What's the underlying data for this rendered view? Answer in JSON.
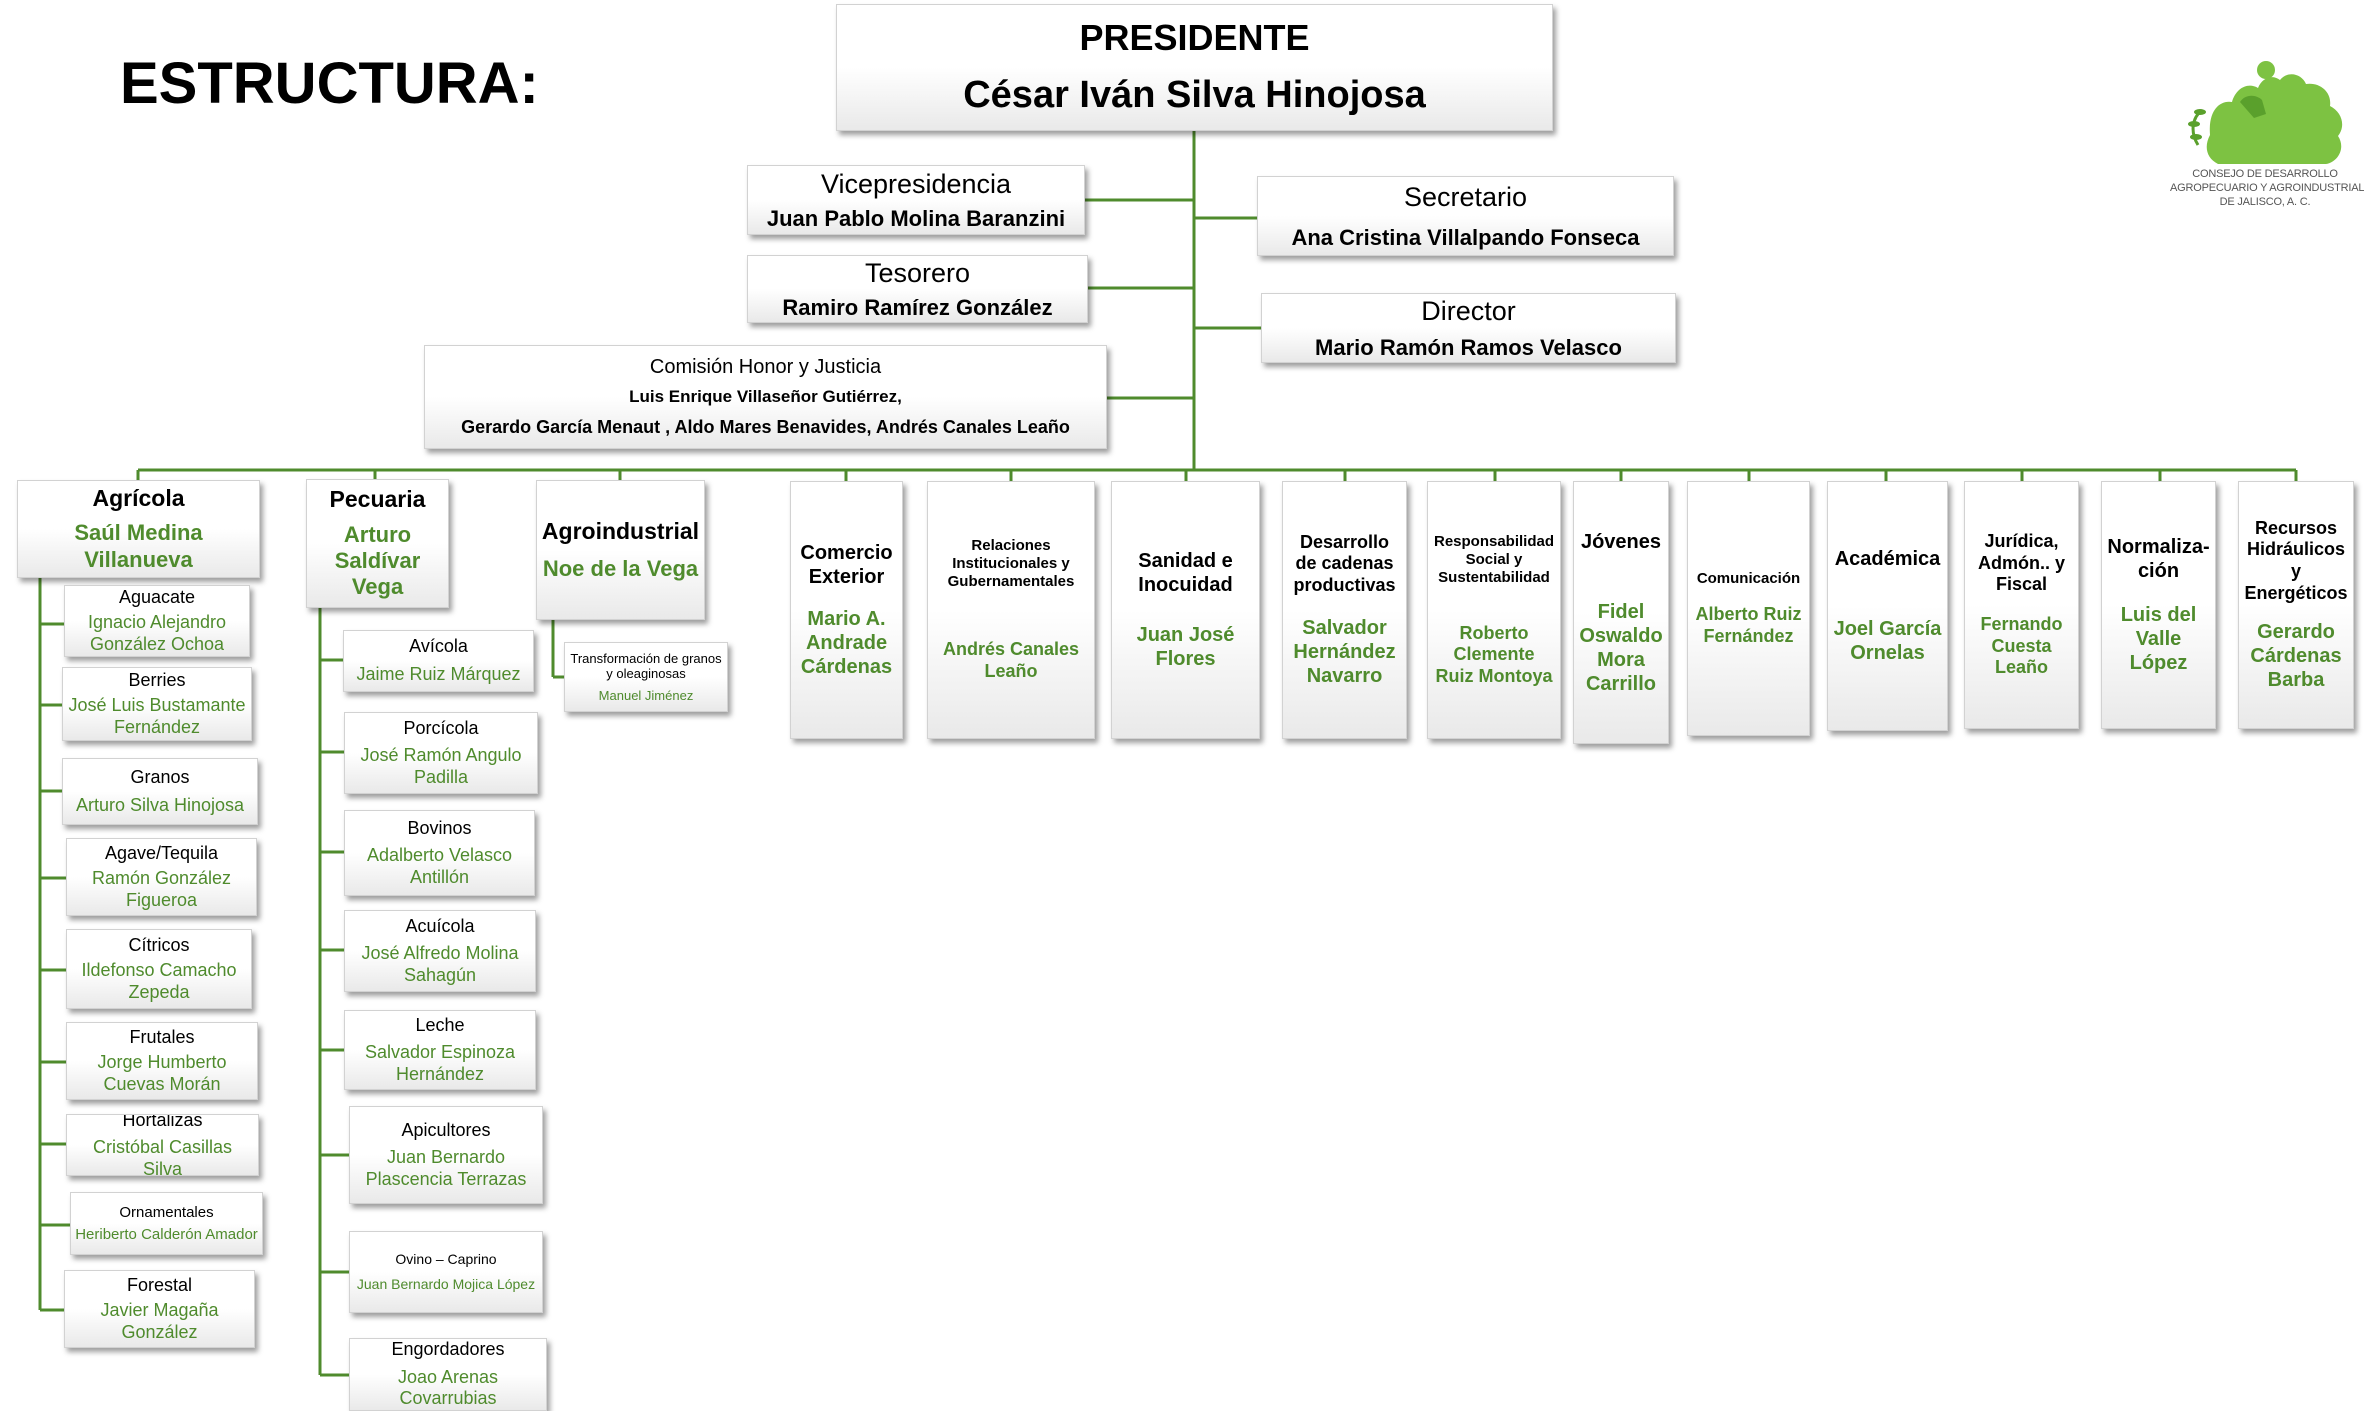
{
  "title": "ESTRUCTURA:",
  "logo": {
    "line1": "CONSEJO DE DESARROLLO",
    "line2": "AGROPECUARIO Y AGROINDUSTRIAL",
    "line3": "DE JALISCO, A. C."
  },
  "colors": {
    "name_green": "#4f8b2d",
    "line_green": "#4f8b2d",
    "logo_green": "#7dc242"
  },
  "presidente": {
    "title": "PRESIDENTE",
    "name": "César Iván Silva Hinojosa"
  },
  "vicepresidencia": {
    "title": "Vicepresidencia",
    "name": "Juan Pablo Molina Baranzini"
  },
  "tesorero": {
    "title": "Tesorero",
    "name": "Ramiro Ramírez González"
  },
  "secretario": {
    "title": "Secretario",
    "name": "Ana Cristina Villalpando Fonseca"
  },
  "director": {
    "title": "Director",
    "name": "Mario Ramón Ramos Velasco"
  },
  "comision": {
    "title": "Comisión Honor y Justicia",
    "line1": "Luis Enrique Villaseñor Gutiérrez,",
    "line2": "Gerardo García Menaut , Aldo Mares Benavides, Andrés Canales Leaño"
  },
  "agricola": {
    "title": "Agrícola",
    "name": "Saúl Medina Villanueva",
    "items": [
      {
        "title": "Aguacate",
        "name": "Ignacio Alejandro González Ochoa"
      },
      {
        "title": "Berries",
        "name": "José Luis Bustamante Fernández"
      },
      {
        "title": "Granos",
        "name": "Arturo Silva Hinojosa"
      },
      {
        "title": "Agave/Tequila",
        "name": "Ramón González Figueroa"
      },
      {
        "title": "Cítricos",
        "name": "Ildefonso Camacho Zepeda"
      },
      {
        "title": "Frutales",
        "name": "Jorge Humberto Cuevas Morán"
      },
      {
        "title": "Hortalizas",
        "name": "Cristóbal Casillas Silva"
      },
      {
        "title": "Ornamentales",
        "name": "Heriberto Calderón Amador"
      },
      {
        "title": "Forestal",
        "name": "Javier Magaña González"
      }
    ]
  },
  "pecuaria": {
    "title": "Pecuaria",
    "name": "Arturo Saldívar Vega",
    "items": [
      {
        "title": "Avícola",
        "name": "Jaime Ruiz Márquez"
      },
      {
        "title": "Porcícola",
        "name": "José Ramón Angulo Padilla"
      },
      {
        "title": "Bovinos",
        "name": "Adalberto Velasco Antillón"
      },
      {
        "title": "Acuícola",
        "name": "José Alfredo Molina Sahagún"
      },
      {
        "title": "Leche",
        "name": "Salvador Espinoza Hernández"
      },
      {
        "title": "Apicultores",
        "name": "Juan Bernardo Plascencia Terrazas"
      },
      {
        "title": "Ovino – Caprino",
        "name": "Juan Bernardo Mojica López"
      },
      {
        "title": "Engordadores",
        "name": "Joao Arenas Covarrubias"
      }
    ]
  },
  "agroindustrial": {
    "title": "Agroindustrial",
    "name": "Noe de la Vega",
    "items": [
      {
        "title": "Transformación de granos y oleaginosas",
        "name": "Manuel Jiménez"
      }
    ]
  },
  "commissions": [
    {
      "title": "Comercio Exterior",
      "name": "Mario A. Andrade Cárdenas"
    },
    {
      "title": "Relaciones Institucionales y Gubernamentales",
      "name": "Andrés Canales Leaño"
    },
    {
      "title": "Sanidad e Inocuidad",
      "name": "Juan José Flores"
    },
    {
      "title": "Desarrollo de cadenas productivas",
      "name": "Salvador Hernández Navarro"
    },
    {
      "title": "Responsabilidad Social y Sustentabilidad",
      "name": "Roberto Clemente Ruiz Montoya"
    },
    {
      "title": "Jóvenes",
      "name": "Fidel Oswaldo Mora Carrillo"
    },
    {
      "title": "Comunicación",
      "name": "Alberto Ruiz Fernández"
    },
    {
      "title": "Académica",
      "name": "Joel García Ornelas"
    },
    {
      "title": "Jurídica, Admón.. y Fiscal",
      "name": "Fernando Cuesta Leaño"
    },
    {
      "title": "Normaliza-ción",
      "name": "Luis del Valle López"
    },
    {
      "title": "Recursos Hidráulicos y Energéticos",
      "name": "Gerardo Cárdenas Barba"
    }
  ]
}
